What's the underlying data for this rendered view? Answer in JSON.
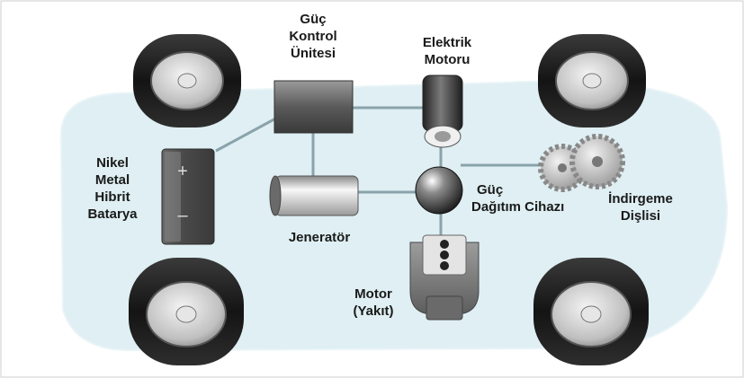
{
  "diagram": {
    "labels": {
      "power_control_unit": [
        "Güç",
        "Kontrol",
        "Ünitesi"
      ],
      "electric_motor": [
        "Elektrik",
        "Motoru"
      ],
      "battery": [
        "Nikel",
        "Metal",
        "Hibrit",
        "Batarya"
      ],
      "power_split_device": [
        "Güç",
        "Dağıtım Cihazı"
      ],
      "reduction_gear": [
        "İndirgeme",
        "Dişlisi"
      ],
      "generator": [
        "Jeneratör"
      ],
      "engine": [
        "Motor",
        "(Yakıt)"
      ]
    },
    "battery_symbols": {
      "plus": "+",
      "minus": "–"
    }
  }
}
